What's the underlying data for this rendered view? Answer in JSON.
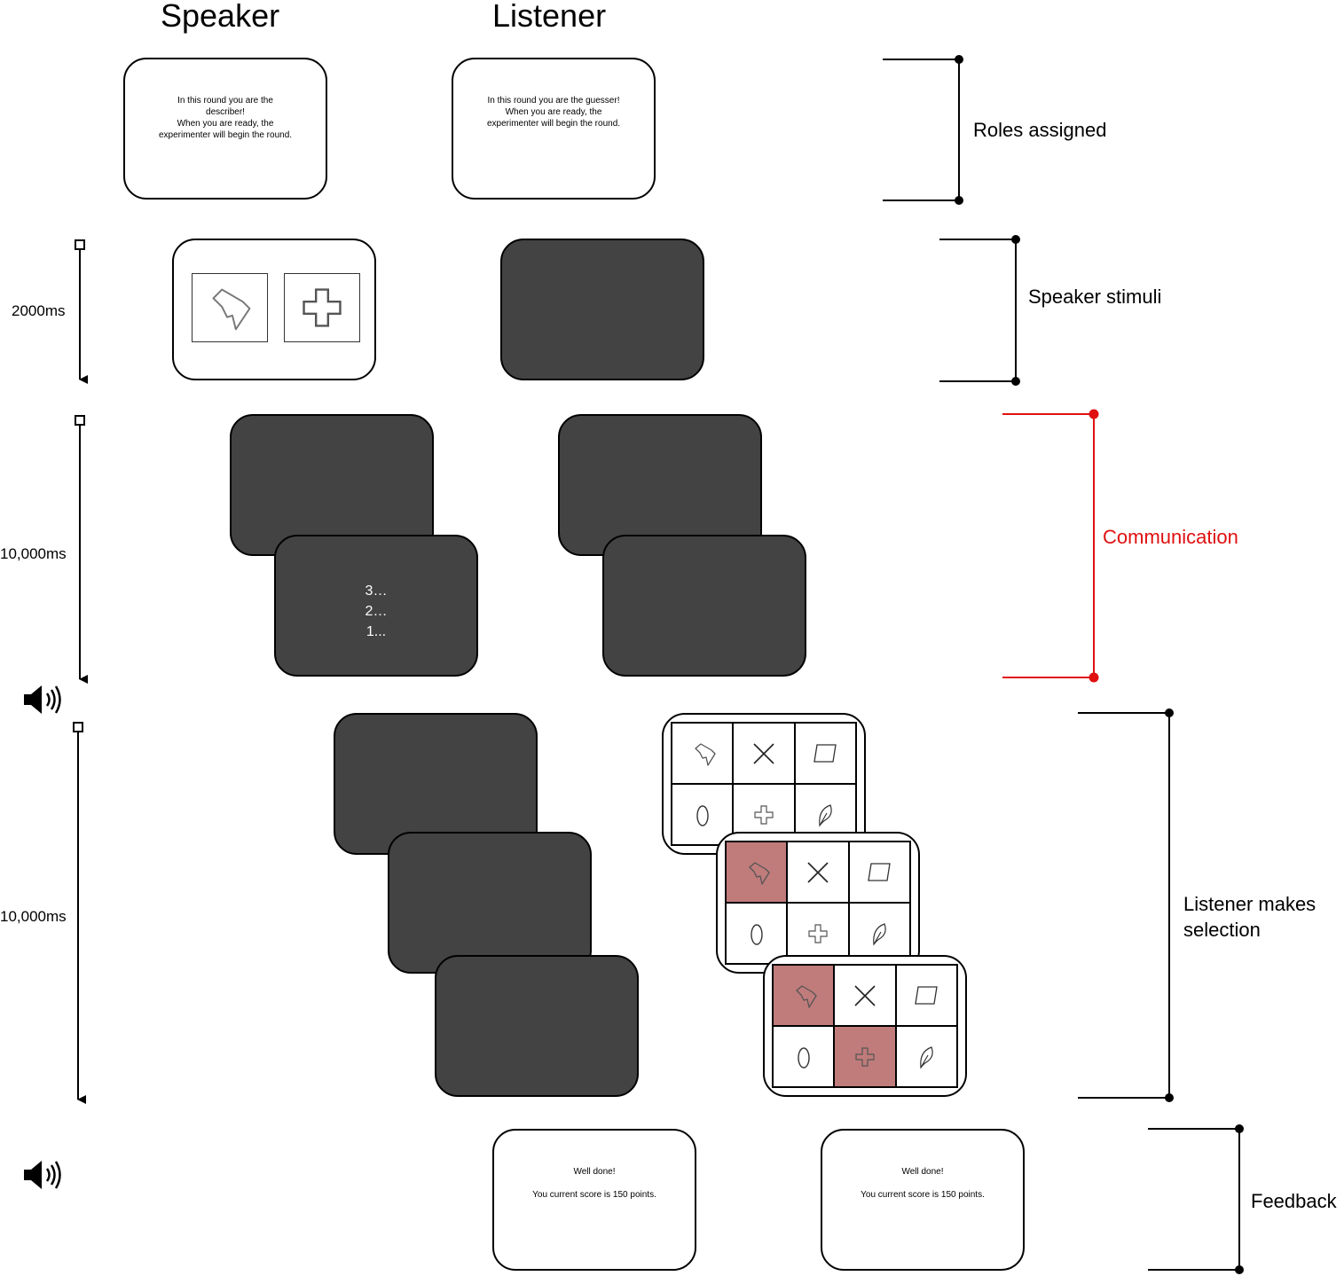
{
  "headings": {
    "speaker": "Speaker",
    "listener": "Listener"
  },
  "screens": {
    "speaker_role": "In this round you are the\ndescriber!\nWhen you are ready, the\nexperimenter will begin the round.",
    "listener_role": "In this round you are the guesser!\nWhen you are ready, the\nexperimenter will begin the round.",
    "countdown": "3…\n2…\n1...",
    "feedback": "Well done!\n\nYou current score is 150 points."
  },
  "durations": {
    "stimuli": "2000ms",
    "communication": "10,000ms",
    "selection": "10,000ms"
  },
  "phases": {
    "roles": "Roles assigned",
    "stimuli": "Speaker stimuli",
    "communication": "Communication",
    "selection": "Listener makes\nselection",
    "feedback": "Feedback"
  },
  "colors": {
    "dark_screen": "#434343",
    "selected_cell": "#c07b7b",
    "communication_accent": "#e01010"
  },
  "icons": {
    "timeline_start": "square-marker-icon",
    "audio": "speaker-volume-icon",
    "stimulus_shapes": [
      "abstract-blob-icon",
      "cross-shape-icon"
    ],
    "grid_shapes": [
      "abstract-blob-icon",
      "x-shape-icon",
      "parallelogram-icon",
      "oval-icon",
      "cross-shape-icon",
      "leaf-shape-icon"
    ]
  }
}
